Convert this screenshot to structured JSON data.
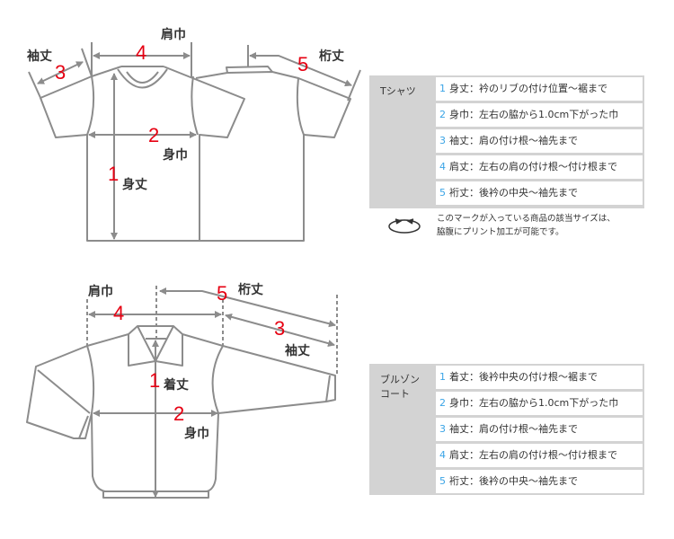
{
  "tshirt": {
    "labels": {
      "shoulder_width": "肩巾",
      "sleeve_length": "袖丈",
      "yuki": "桁丈",
      "body_width": "身巾",
      "body_length": "身丈"
    },
    "numbers": [
      "1",
      "2",
      "3",
      "4",
      "5"
    ],
    "table": {
      "category": "Tシャツ",
      "rows": [
        {
          "num": "1",
          "text": "身丈：衿のリブの付け位置〜裾まで"
        },
        {
          "num": "2",
          "text": "身巾：左右の脇から1.0cm下がった巾"
        },
        {
          "num": "3",
          "text": "袖丈：肩の付け根〜袖先まで"
        },
        {
          "num": "4",
          "text": "肩丈：左右の肩の付け根〜付け根まで"
        },
        {
          "num": "5",
          "text": "裄丈：後衿の中央〜袖先まで"
        }
      ]
    },
    "note": {
      "line1": "このマークが入っている商品の該当サイズは、",
      "line2": "脇腹にプリント加工が可能です。"
    }
  },
  "coat": {
    "labels": {
      "shoulder_width": "肩巾",
      "sleeve_length": "袖丈",
      "yuki": "桁丈",
      "body_width": "身巾",
      "total_length": "着丈"
    },
    "numbers": [
      "1",
      "2",
      "3",
      "4",
      "5"
    ],
    "table": {
      "category_line1": "ブルゾン",
      "category_line2": "コート",
      "rows": [
        {
          "num": "1",
          "text": "着丈：後衿中央の付け根〜裾まで"
        },
        {
          "num": "2",
          "text": "身巾：左右の脇から1.0cm下がった巾"
        },
        {
          "num": "3",
          "text": "袖丈：肩の付け根〜袖先まで"
        },
        {
          "num": "4",
          "text": "肩丈：左右の肩の付け根〜付け根まで"
        },
        {
          "num": "5",
          "text": "裄丈：後衿の中央〜袖先まで"
        }
      ]
    }
  },
  "colors": {
    "outline": "#8c8c8c",
    "number": "#e60012",
    "accent_number": "#3aa4e6",
    "table_bg": "#d3d3d3"
  }
}
